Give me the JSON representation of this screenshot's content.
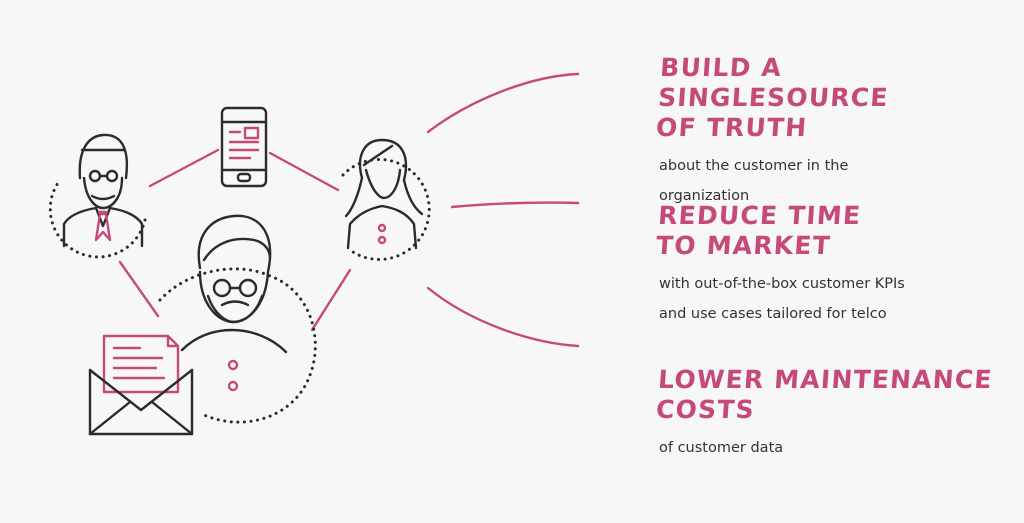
{
  "colors": {
    "accent": "#c54a79",
    "ink": "#2b2b2b",
    "text": "#333333",
    "background": "#f7f7f7"
  },
  "benefits": [
    {
      "title_lines": [
        "BUILD A SINGLESOURCE",
        "OF TRUTH"
      ],
      "desc_lines": [
        "about the customer in the",
        "organization"
      ]
    },
    {
      "title_lines": [
        "REDUCE TIME",
        "TO MARKET"
      ],
      "desc_lines": [
        "with out-of-the-box customer KPIs",
        "and use cases tailored for telco"
      ]
    },
    {
      "title_lines": [
        "LOWER MAINTENANCE",
        "COSTS"
      ],
      "desc_lines": [
        "of customer data"
      ]
    }
  ],
  "icons": [
    "man-glasses-tie-icon",
    "smartphone-icon",
    "woman-icon",
    "bearded-man-icon",
    "envelope-letter-icon"
  ]
}
